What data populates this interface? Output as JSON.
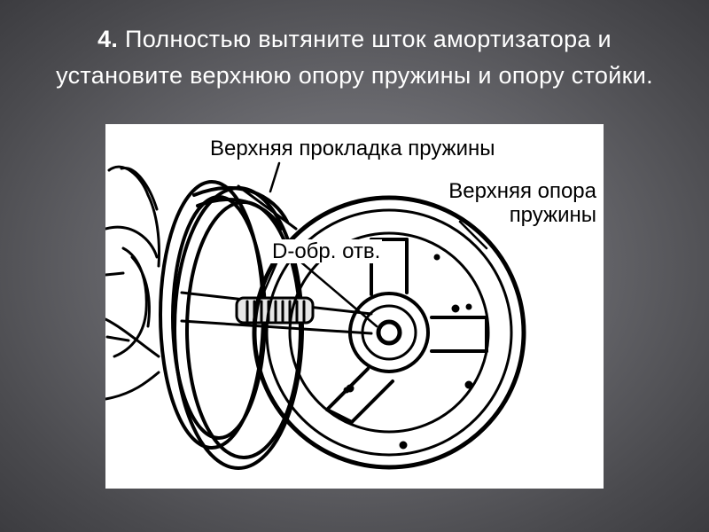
{
  "slide": {
    "step_number": "4.",
    "instruction": "Полностью вытяните шток амортизатора и установите верхнюю опору пружины и опору стойки."
  },
  "figure": {
    "labels": {
      "upper_gasket": "Верхняя прокладка пружины",
      "upper_seat_line1": "Верхняя опора",
      "upper_seat_line2": "пружины",
      "hole": "D-обр. отв."
    }
  }
}
